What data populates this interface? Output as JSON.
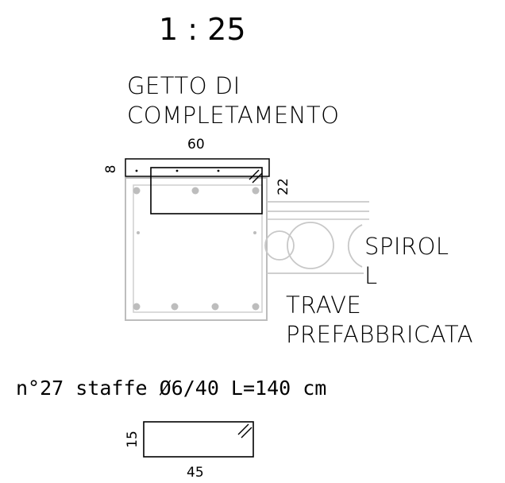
{
  "scale": "1 : 25",
  "labels": {
    "getto_line1": "GETTO DI",
    "getto_line2": "COMPLETAMENTO",
    "spirol_line1": "SPIROL",
    "spirol_line2": "L",
    "trave_line1": "TRAVE",
    "trave_line2": "PREFABBRICATA"
  },
  "dimensions": {
    "width_top": "60",
    "slab_thickness": "8",
    "height_side": "22",
    "stirrup_height": "15",
    "stirrup_width": "45"
  },
  "note": "n°27 staffe Ø6/40 L=140 cm"
}
